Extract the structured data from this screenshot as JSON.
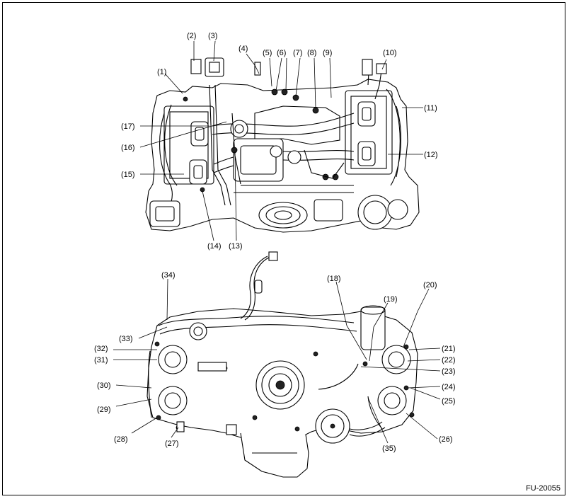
{
  "figure_id": "FU-20055",
  "callouts_top": [
    "(1)",
    "(2)",
    "(3)",
    "(4)",
    "(5)",
    "(6)",
    "(7)",
    "(8)",
    "(9)",
    "(10)",
    "(11)",
    "(12)",
    "(13)",
    "(14)",
    "(15)",
    "(16)",
    "(17)"
  ],
  "callouts_bottom": [
    "(18)",
    "(19)",
    "(20)",
    "(21)",
    "(22)",
    "(23)",
    "(24)",
    "(25)",
    "(26)",
    "(27)",
    "(28)",
    "(29)",
    "(30)",
    "(31)",
    "(32)",
    "(33)",
    "(34)",
    "(35)"
  ]
}
